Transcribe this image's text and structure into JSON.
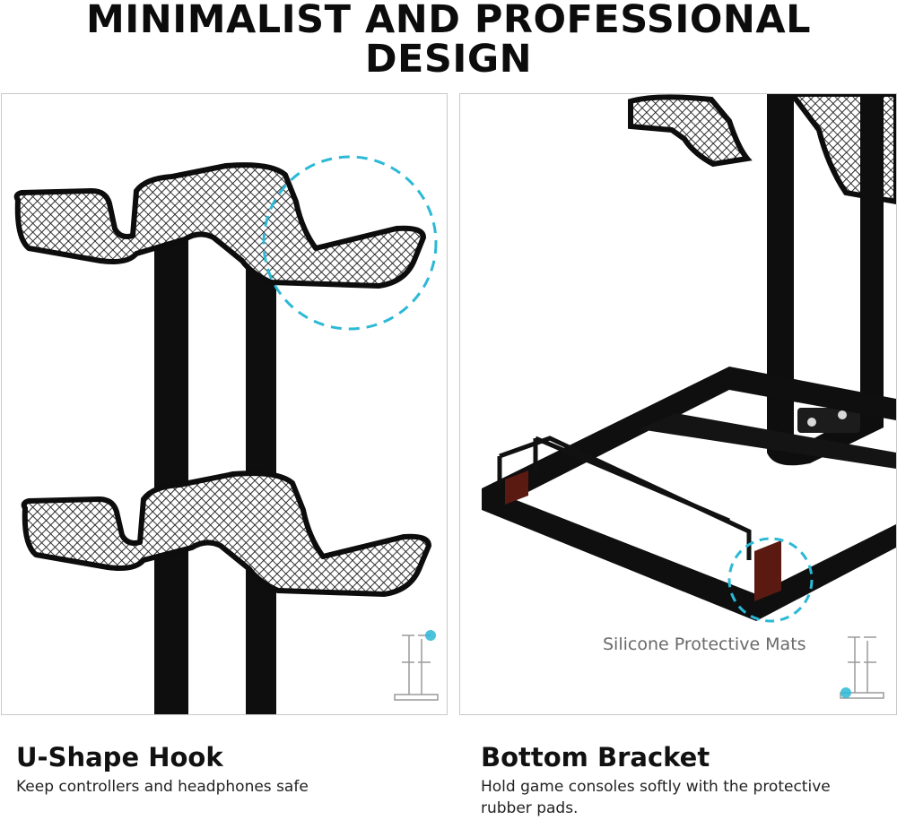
{
  "headline": "MINIMALIST AND PROFESSIONAL DESIGN",
  "left_panel": {
    "title": "U-Shape Hook",
    "text": "Keep controllers and headphones safe"
  },
  "right_panel": {
    "title": "Bottom Bracket",
    "text_line1": "Hold game consoles softly with the protective",
    "text_line2": "rubber pads.",
    "callout_label": "Silicone Protective Mats"
  },
  "colors": {
    "accent": "#2bb9d6",
    "frame": "#111111",
    "pad": "#5a1a12"
  }
}
